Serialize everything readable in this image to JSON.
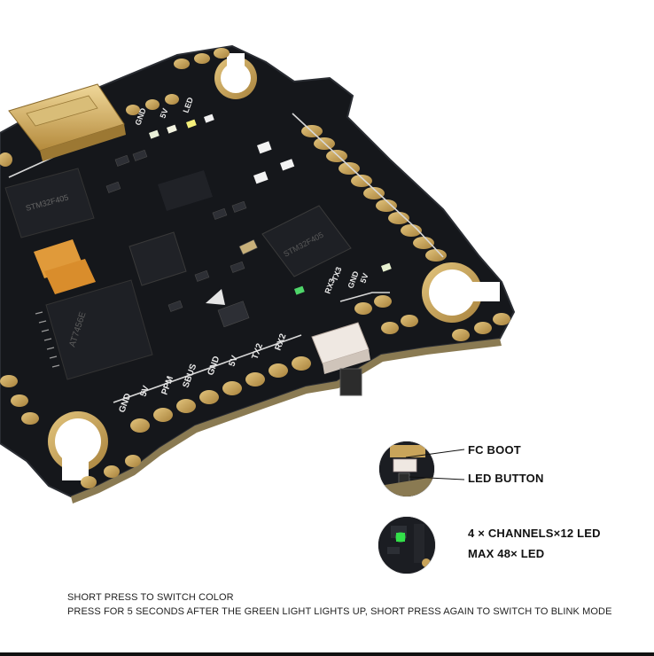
{
  "board": {
    "silkscreen": {
      "top_header": [
        "GND",
        "5V",
        "LED"
      ],
      "uart3": [
        "RX3",
        "TX3",
        "GND",
        "5V"
      ],
      "bottom_row": [
        "GND",
        "5V",
        "PPM",
        "SBUS",
        "GND",
        "5V",
        "TX2",
        "RX2"
      ],
      "chip_text_1": "STM32F405",
      "chip_text_2": "AT7456E"
    }
  },
  "callouts": {
    "fc_boot": "FC BOOT",
    "led_button": "LED BUTTON",
    "led_channels": "4 × CHANNELS×12 LED",
    "led_max": "MAX 48× LED"
  },
  "instructions": {
    "line1": "SHORT PRESS TO SWITCH COLOR",
    "line2": "PRESS FOR 5 SECONDS AFTER THE GREEN LIGHT LIGHTS UP, SHORT PRESS AGAIN TO SWITCH TO BLINK MODE"
  },
  "colors": {
    "pcb": "#15171b",
    "gold": "#c9a45a",
    "silkscreen": "#e8e8e8",
    "led_green": "#33e04a"
  }
}
